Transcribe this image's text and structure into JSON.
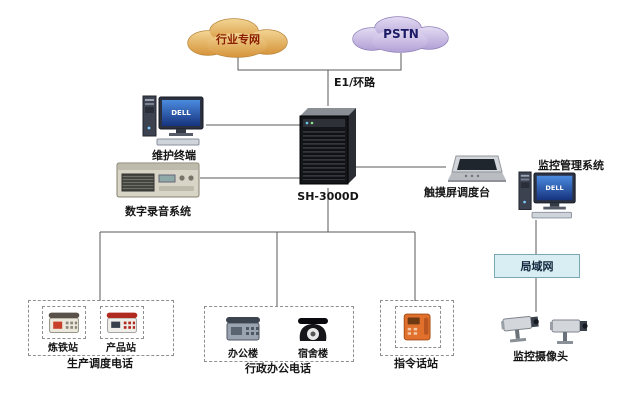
{
  "clouds": {
    "industry": "行业专网",
    "pstn": "PSTN"
  },
  "trunk": {
    "e1_label": "E1/环路"
  },
  "server": {
    "label": "SH-3000D"
  },
  "devices": {
    "maintenance": {
      "label": "维护终端",
      "screen_text": "DELL"
    },
    "recording": {
      "label": "数字录音系统"
    },
    "console": {
      "label": "触摸屏调度台"
    },
    "monitor_system": {
      "label": "监控管理系统",
      "screen_text": "DELL"
    },
    "lan": {
      "label": "局域网"
    },
    "camera": {
      "label": "监控摄像头"
    }
  },
  "groups": {
    "production": {
      "title": "生产调度电话",
      "items": [
        {
          "label": "炼铁站"
        },
        {
          "label": "产品站"
        }
      ]
    },
    "admin": {
      "title": "行政办公电话",
      "items": [
        {
          "label": "办公楼"
        },
        {
          "label": "宿舍楼"
        }
      ]
    },
    "command": {
      "title": "指令话站"
    }
  },
  "colors": {
    "cloud_industry_fill": "#E8B766",
    "cloud_pstn_fill": "#C4B4E0",
    "lan_fill": "#D9EEF3",
    "server_body": "#15161A",
    "connector_line": "#5A5A5A",
    "industry_label_color": "#8B1D00",
    "pstn_label_color": "#1B1B66"
  }
}
